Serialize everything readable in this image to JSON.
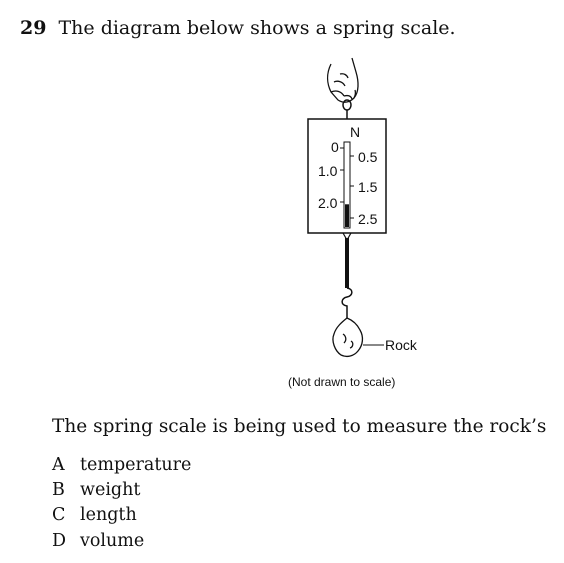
{
  "question": {
    "number": "29",
    "text": "The diagram below shows a spring scale."
  },
  "diagram": {
    "unit_label": "N",
    "left_scale": [
      "0",
      "1.0",
      "2.0"
    ],
    "right_scale": [
      "0.5",
      "1.5",
      "2.5"
    ],
    "object_label": "Rock",
    "note": "(Not drawn to scale)",
    "reading_fraction": 0.27
  },
  "stem": "The spring scale is being used to measure the rock’s",
  "choices": [
    {
      "letter": "A",
      "text": "temperature"
    },
    {
      "letter": "B",
      "text": "weight"
    },
    {
      "letter": "C",
      "text": "length"
    },
    {
      "letter": "D",
      "text": "volume"
    }
  ]
}
